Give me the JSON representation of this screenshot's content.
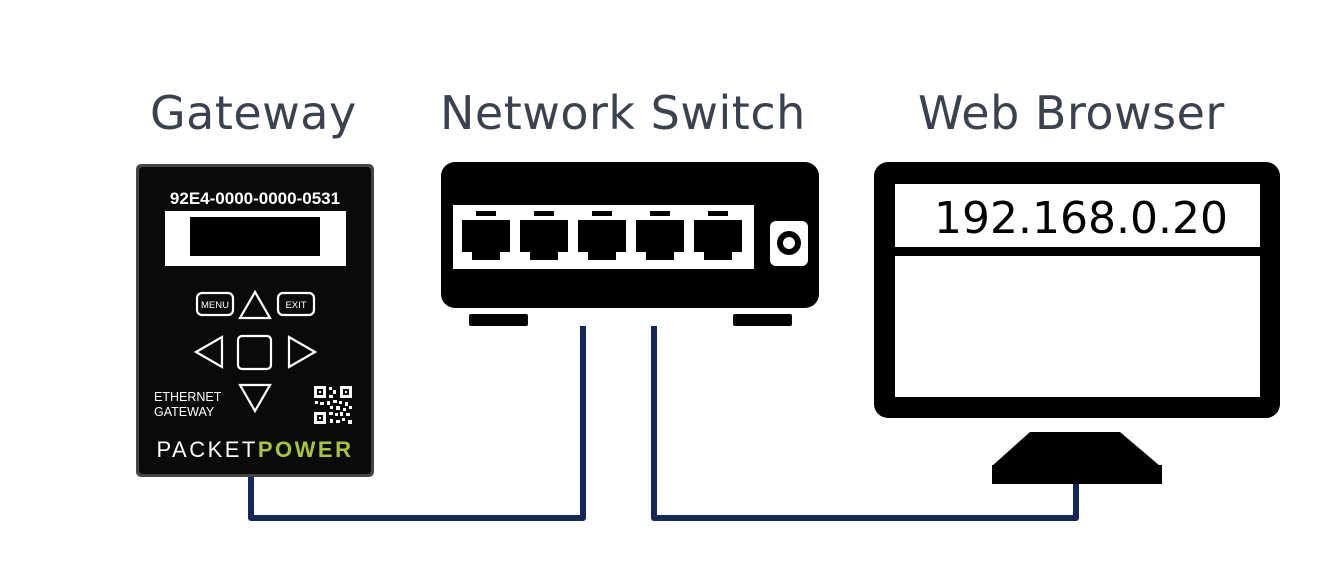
{
  "labels": {
    "gateway": "Gateway",
    "switch": "Network Switch",
    "browser": "Web Browser"
  },
  "gateway": {
    "serial": "92E4-0000-0000-0531",
    "menu_button": "MENU",
    "exit_button": "EXIT",
    "device_type_line1": "ETHERNET",
    "device_type_line2": "GATEWAY",
    "brand_part1": "PACKET",
    "brand_part2": "POWER"
  },
  "browser": {
    "address": "192.168.0.20"
  },
  "colors": {
    "cable": "#14285a",
    "brand_accent": "#a5c63b",
    "device_body": "#000000",
    "heading_text": "#3a4250"
  },
  "icons": {
    "switch_ports": "ethernet-port-icon",
    "power_jack": "power-jack-icon",
    "qr_code": "qr-code-icon"
  }
}
